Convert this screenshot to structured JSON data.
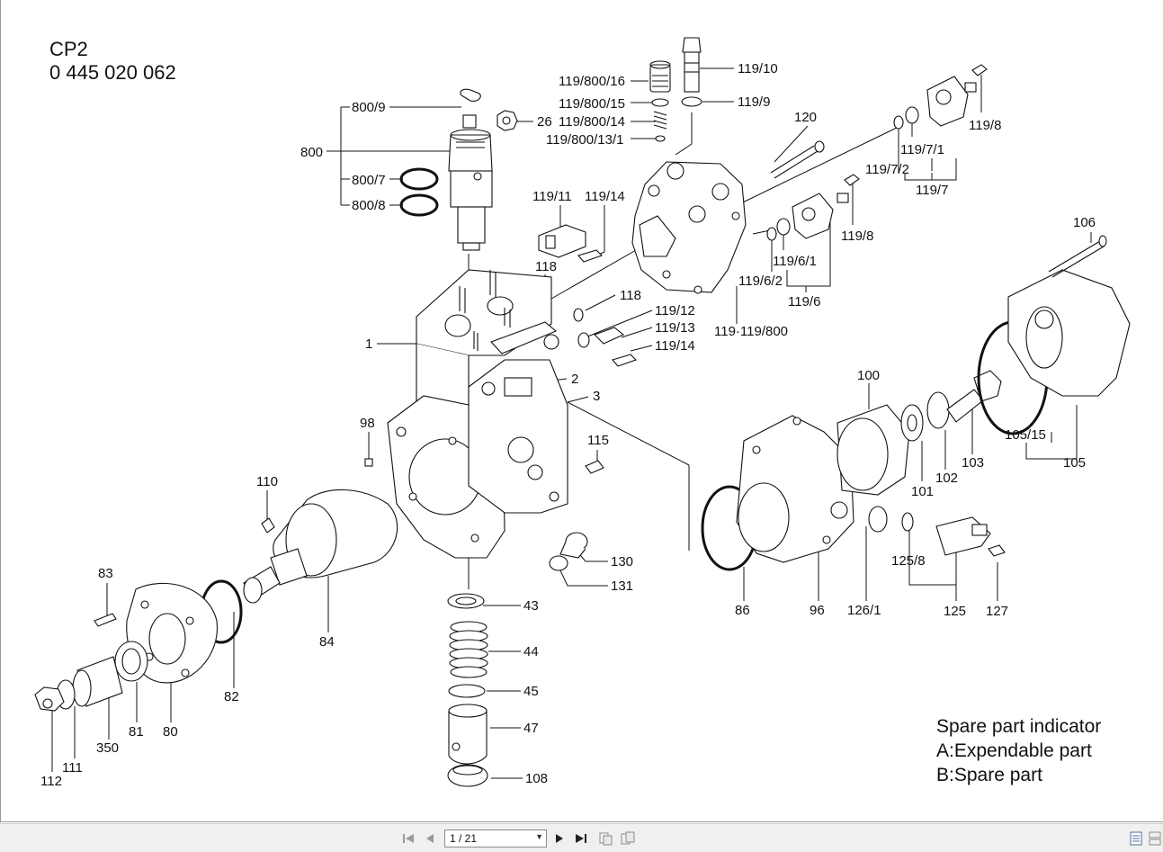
{
  "header": {
    "model": "CP2",
    "part_number": "0 445 020 062"
  },
  "legend": {
    "title": "Spare part indicator",
    "line_a": "A:Expendable part",
    "line_b": "B:Spare part"
  },
  "callouts": {
    "c800_9": "800/9",
    "c26": "26",
    "c800": "800",
    "c800_7": "800/7",
    "c800_8": "800/8",
    "c119_800_16": "119/800/16",
    "c119_800_15": "119/800/15",
    "c119_800_14": "119/800/14",
    "c119_800_13_1": "119/800/13/1",
    "c119_10": "119/10",
    "c119_9": "119/9",
    "c120": "120",
    "c119_8a": "119/8",
    "c119_7_1": "119/7/1",
    "c119_7_2": "119/7/2",
    "c119_7": "119/7",
    "c119_8b": "119/8",
    "c119_6_1": "119/6/1",
    "c119_6_2": "119/6/2",
    "c119_6": "119/6",
    "c119_119_800": "119·119/800",
    "c119_11": "119/11",
    "c119_14a": "119/14",
    "c118a": "118",
    "c118b": "118",
    "c119_12": "119/12",
    "c119_13": "119/13",
    "c119_14b": "119/14",
    "c1": "1",
    "c2": "2",
    "c3": "3",
    "c98": "98",
    "c115": "115",
    "c110": "110",
    "c83": "83",
    "c84": "84",
    "c82": "82",
    "c80": "80",
    "c81": "81",
    "c350": "350",
    "c111": "111",
    "c112": "112",
    "c130": "130",
    "c131": "131",
    "c43": "43",
    "c44": "44",
    "c45": "45",
    "c47": "47",
    "c108": "108",
    "c106": "106",
    "c100": "100",
    "c105_15": "105/15",
    "c105": "105",
    "c103": "103",
    "c102": "102",
    "c101": "101",
    "c86": "86",
    "c96": "96",
    "c126_1": "126/1",
    "c125_8": "125/8",
    "c125": "125",
    "c127": "127"
  },
  "toolbar": {
    "page_indicator": "1 / 21",
    "icons": [
      "first-page-icon",
      "previous-page-icon",
      "next-page-icon",
      "last-page-icon",
      "single-page-view-icon",
      "two-page-view-icon",
      "continuous-view-icon",
      "facing-view-icon"
    ]
  }
}
